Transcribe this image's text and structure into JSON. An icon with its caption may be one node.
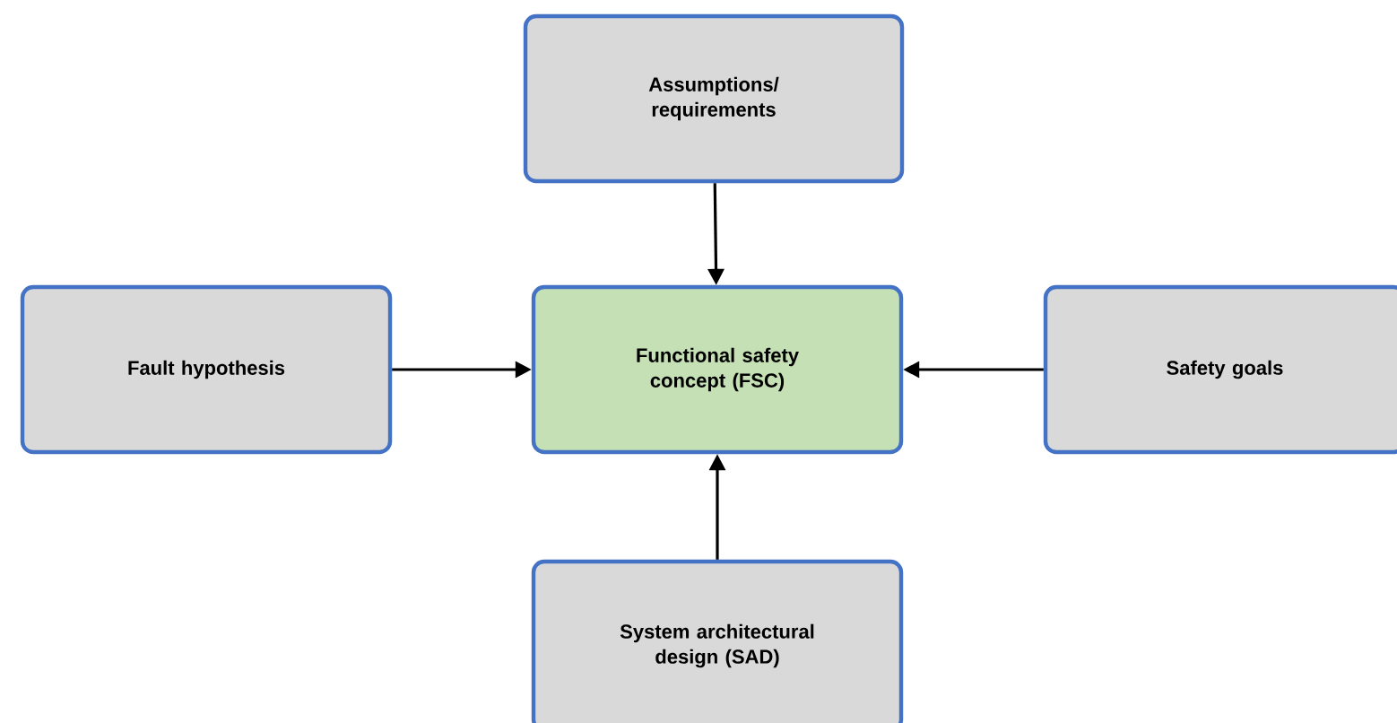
{
  "diagram": {
    "nodes": [
      {
        "text": [
          "Assumptions/ requirements"
        ]
      },
      {
        "text": [
          "Fault hypothesis"
        ]
      },
      {
        "text": [
          "Functional safety concept (FSC)"
        ]
      },
      {
        "text": [
          "Safety goals"
        ]
      },
      {
        "text": [
          "System architectural design (SAD)"
        ]
      }
    ],
    "edges": [
      {
        "from": 0,
        "to": 2,
        "arrow": "to"
      },
      {
        "from": 1,
        "to": 2,
        "arrow": "to"
      },
      {
        "from": 3,
        "to": 2,
        "arrow": "to"
      },
      {
        "from": 4,
        "to": 2,
        "arrow": "to"
      }
    ]
  }
}
